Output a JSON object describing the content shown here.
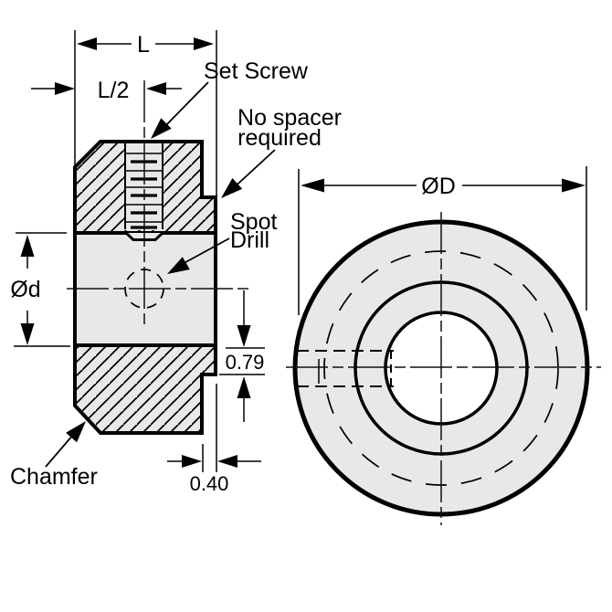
{
  "drawing": {
    "type": "shaft-collar-two-view-engineering-drawing",
    "labels": {
      "set_screw": "Set Screw",
      "no_spacer_line1": "No spacer",
      "no_spacer_line2": "required",
      "spot_drill_line1": "Spot",
      "spot_drill_line2": "Drill",
      "chamfer": "Chamfer"
    },
    "dimensions": {
      "length": "L",
      "half_length": "L/2",
      "bore_diameter": "Ød",
      "outer_diameter": "ØD",
      "recess_depth": "0.79",
      "recess_width": "0.40"
    },
    "colors": {
      "body_fill": "#e8e8e8",
      "line": "#000000",
      "background": "#ffffff"
    }
  }
}
